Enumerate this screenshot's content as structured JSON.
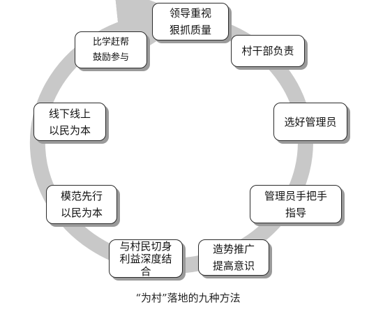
{
  "nodes": [
    {
      "id": "n1",
      "lines": [
        "领导重视",
        "狠抓质量"
      ]
    },
    {
      "id": "n2",
      "lines": [
        "村干部负责"
      ]
    },
    {
      "id": "n3",
      "lines": [
        "选好管理员"
      ]
    },
    {
      "id": "n4",
      "lines": [
        "管理员手把手",
        "指导"
      ]
    },
    {
      "id": "n5",
      "lines": [
        "造势推广",
        "提高意识"
      ]
    },
    {
      "id": "n6",
      "lines": [
        "与村民切身",
        "利益深度结",
        "合"
      ]
    },
    {
      "id": "n7",
      "lines": [
        "模范先行",
        "以民为本"
      ]
    },
    {
      "id": "n8",
      "lines": [
        "线下线上",
        "以民为本"
      ]
    },
    {
      "id": "n9",
      "lines": [
        "比学赶帮",
        "鼓励参与"
      ]
    }
  ],
  "caption": "“为村”落地的九种方法",
  "colors": {
    "ring": "#c8c8c8",
    "border": "#2a2a2a",
    "shadow": "#9a9a9a"
  }
}
